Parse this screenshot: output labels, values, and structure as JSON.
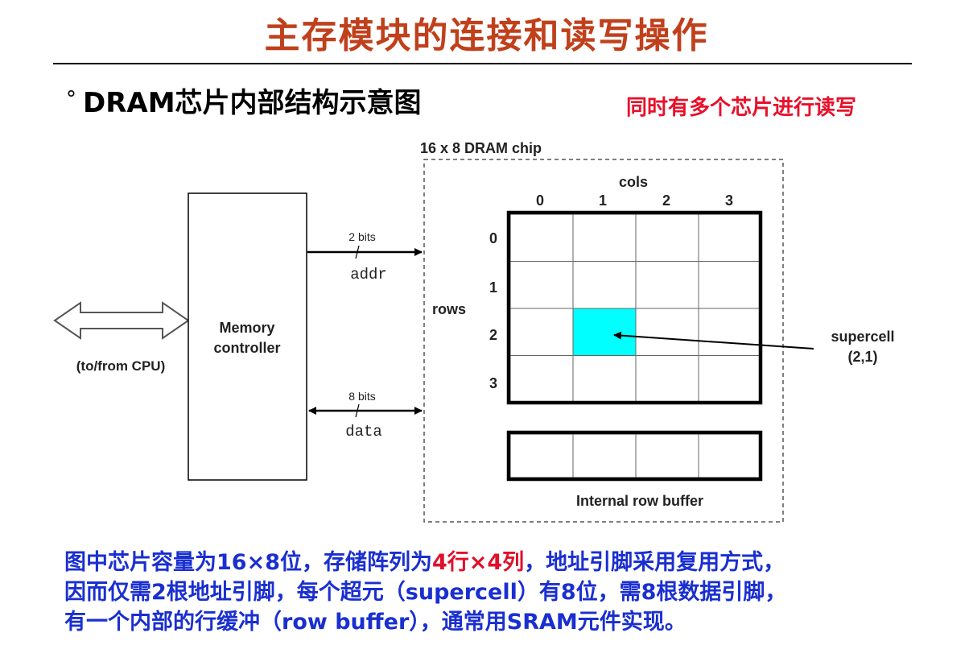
{
  "slide": {
    "title": "主存模块的连接和读写操作",
    "subhead": "DRAM芯片内部结构示意图",
    "bullet": "°",
    "note_red": "同时有多个芯片进行读写"
  },
  "diagram": {
    "chip_label": "16 x 8 DRAM chip",
    "cols_label": "cols",
    "rows_label": "rows",
    "col_indices": [
      "0",
      "1",
      "2",
      "3"
    ],
    "row_indices": [
      "0",
      "1",
      "2",
      "3"
    ],
    "controller_line1": "Memory",
    "controller_line2": "controller",
    "cpu_label": "(to/from CPU)",
    "addr_bits": "2 bits",
    "addr_label": "addr",
    "data_bits": "8 bits",
    "data_label": "data",
    "supercell_line1": "supercell",
    "supercell_line2": "(2,1)",
    "buffer_label": "Internal row buffer",
    "highlight_color": "#00ffff",
    "highlight_row": 2,
    "highlight_col": 1
  },
  "caption": {
    "line1_a": "图中芯片容量为16×8位，存储阵列为",
    "line1_hl": "4行×4列",
    "line1_b": "，地址引脚采用复用方式，",
    "line2": "因而仅需2根地址引脚，每个超元（supercell）有8位，需8根数据引脚，",
    "line3": "有一个内部的行缓冲（row buffer），通常用SRAM元件实现。"
  }
}
